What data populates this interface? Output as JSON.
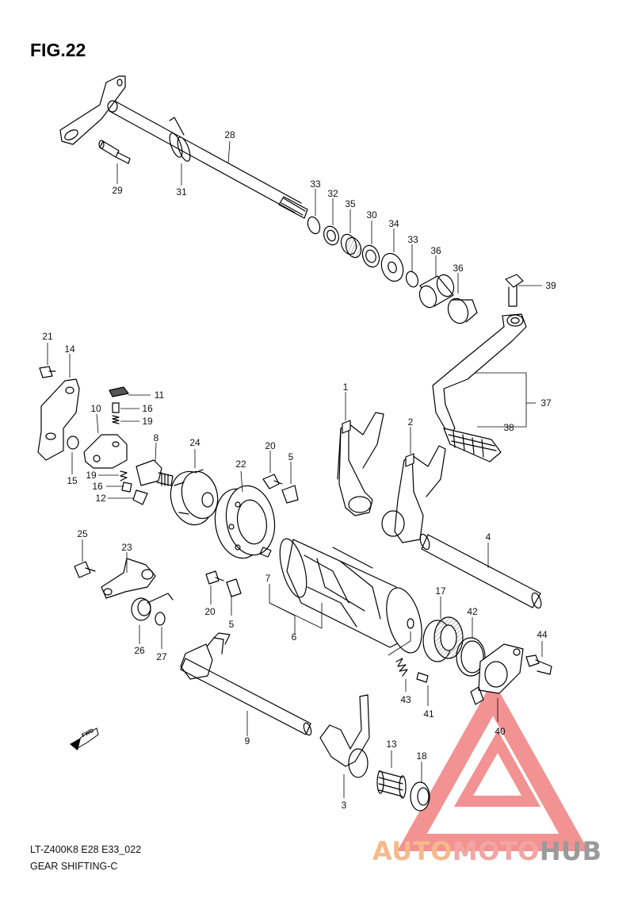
{
  "figure": {
    "title": "FIG.22",
    "model_code": "LT-Z400K8 E28 E33_022",
    "caption": "GEAR SHIFTING-C"
  },
  "callouts": [
    {
      "id": "c28",
      "label": "28"
    },
    {
      "id": "c29",
      "label": "29"
    },
    {
      "id": "c31",
      "label": "31"
    },
    {
      "id": "c33a",
      "label": "33"
    },
    {
      "id": "c32",
      "label": "32"
    },
    {
      "id": "c35",
      "label": "35"
    },
    {
      "id": "c30",
      "label": "30"
    },
    {
      "id": "c34",
      "label": "34"
    },
    {
      "id": "c33b",
      "label": "33"
    },
    {
      "id": "c36a",
      "label": "36"
    },
    {
      "id": "c36b",
      "label": "36"
    },
    {
      "id": "c39",
      "label": "39"
    },
    {
      "id": "c37",
      "label": "37"
    },
    {
      "id": "c38",
      "label": "38"
    },
    {
      "id": "c21",
      "label": "21"
    },
    {
      "id": "c14",
      "label": "14"
    },
    {
      "id": "c11",
      "label": "11"
    },
    {
      "id": "c16a",
      "label": "16"
    },
    {
      "id": "c19a",
      "label": "19"
    },
    {
      "id": "c10",
      "label": "10"
    },
    {
      "id": "c8",
      "label": "8"
    },
    {
      "id": "c24",
      "label": "24"
    },
    {
      "id": "c20a",
      "label": "20"
    },
    {
      "id": "c5a",
      "label": "5"
    },
    {
      "id": "c22",
      "label": "22"
    },
    {
      "id": "c1",
      "label": "1"
    },
    {
      "id": "c2",
      "label": "2"
    },
    {
      "id": "c15",
      "label": "15"
    },
    {
      "id": "c19b",
      "label": "19"
    },
    {
      "id": "c16b",
      "label": "16"
    },
    {
      "id": "c12",
      "label": "12"
    },
    {
      "id": "c4",
      "label": "4"
    },
    {
      "id": "c25",
      "label": "25"
    },
    {
      "id": "c23",
      "label": "23"
    },
    {
      "id": "c7",
      "label": "7"
    },
    {
      "id": "c20b",
      "label": "20"
    },
    {
      "id": "c5b",
      "label": "5"
    },
    {
      "id": "c6",
      "label": "6"
    },
    {
      "id": "c17",
      "label": "17"
    },
    {
      "id": "c42",
      "label": "42"
    },
    {
      "id": "c44",
      "label": "44"
    },
    {
      "id": "c26",
      "label": "26"
    },
    {
      "id": "c27",
      "label": "27"
    },
    {
      "id": "c43",
      "label": "43"
    },
    {
      "id": "c41",
      "label": "41"
    },
    {
      "id": "c40",
      "label": "40"
    },
    {
      "id": "c9",
      "label": "9"
    },
    {
      "id": "c13",
      "label": "13"
    },
    {
      "id": "c18",
      "label": "18"
    },
    {
      "id": "c3",
      "label": "3"
    }
  ],
  "fwd_marker": "FWD",
  "watermark": {
    "part1": "AUTO",
    "part2": "MOTO",
    "part3": "HUB"
  },
  "colors": {
    "watermark_orange": "#f6b98a",
    "watermark_pink": "#f2a5a2",
    "watermark_gray": "#9a9a9a",
    "triangle": "#f07f80"
  }
}
